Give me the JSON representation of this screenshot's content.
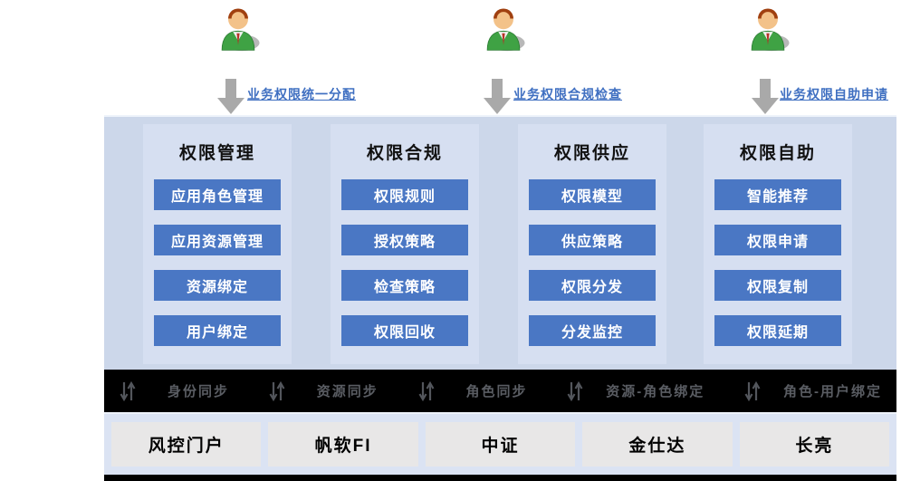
{
  "actors": [
    {
      "flow_label": "业务权限统一分配"
    },
    {
      "flow_label": "业务权限合规检查"
    },
    {
      "flow_label": "业务权限自助申请"
    }
  ],
  "platform": {
    "columns": [
      {
        "title": "权限管理",
        "items": [
          "应用角色管理",
          "应用资源管理",
          "资源绑定",
          "用户绑定"
        ]
      },
      {
        "title": "权限合规",
        "items": [
          "权限规则",
          "授权策略",
          "检查策略",
          "权限回收"
        ]
      },
      {
        "title": "权限供应",
        "items": [
          "权限模型",
          "供应策略",
          "权限分发",
          "分发监控"
        ]
      },
      {
        "title": "权限自助",
        "items": [
          "智能推荐",
          "权限申请",
          "权限复制",
          "权限延期"
        ]
      }
    ]
  },
  "sync_bar": {
    "items": [
      "身份同步",
      "资源同步",
      "角色同步",
      "资源-角色绑定",
      "角色-用户绑定"
    ]
  },
  "systems": [
    "风控门户",
    "帆软FI",
    "中证",
    "金仕达",
    "长亮"
  ],
  "colors": {
    "chip_blue": "#4a77c4",
    "panel_blue": "#ccd7ea",
    "column_strip": "#d6dff1",
    "systems_panel": "#dbe3f3",
    "system_box_gray": "#e8e7e7",
    "band_black": "#000000",
    "band_text_gray": "#5a5d63",
    "flow_label_blue": "#3f6fc1",
    "arrow_gray": "#a9a9a9"
  }
}
